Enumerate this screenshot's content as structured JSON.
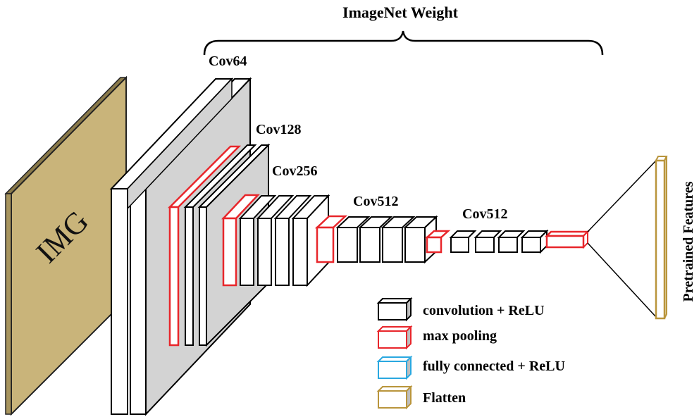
{
  "title": "ImageNet Weight",
  "input_label": "IMG",
  "output_label": "Pretrained Features",
  "stages": [
    {
      "label": "Cov64"
    },
    {
      "label": "Cov128"
    },
    {
      "label": "Cov256"
    },
    {
      "label": "Cov512"
    },
    {
      "label": "Cov512"
    }
  ],
  "legend": [
    {
      "label": "convolution + ReLU",
      "color": "#000000"
    },
    {
      "label": "max pooling",
      "color": "#e8262b"
    },
    {
      "label": "fully connected + ReLU",
      "color": "#2aa8e0"
    },
    {
      "label": "Flatten",
      "color": "#b9953c"
    }
  ],
  "colors": {
    "input_face": "#c9b47a",
    "input_edge": "#2a2a2a",
    "layer_side": "#d3d3d3",
    "layer_front": "#ffffff",
    "conv_stroke": "#000000",
    "pool_stroke": "#e8262b",
    "flatten_stroke": "#b9953c"
  }
}
